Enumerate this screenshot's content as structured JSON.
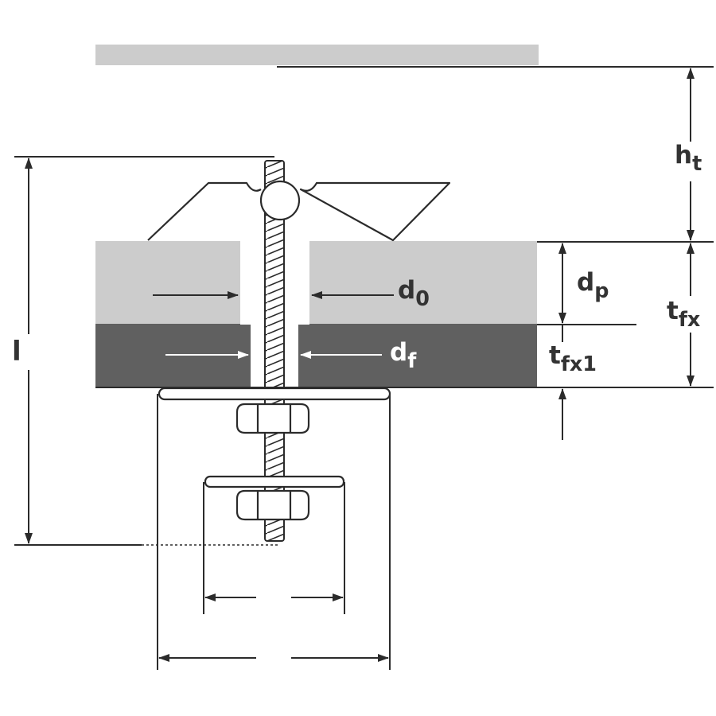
{
  "colors": {
    "ceiling_grey": "#cccccc",
    "plate_light": "#cccccc",
    "plate_dark": "#606060",
    "line": "#2b2b2b",
    "background": "#ffffff",
    "label_on_dark": "#ffffff"
  },
  "labels": {
    "h_t": {
      "main": "h",
      "sub": "t"
    },
    "d_0": {
      "main": "d",
      "sub": "0"
    },
    "d_p": {
      "main": "d",
      "sub": "p"
    },
    "t_fx": {
      "main": "t",
      "sub": "fx"
    },
    "d_f": {
      "main": "d",
      "sub": "f"
    },
    "t_fx1": {
      "main": "t",
      "sub": "fx1"
    },
    "l": "l"
  }
}
